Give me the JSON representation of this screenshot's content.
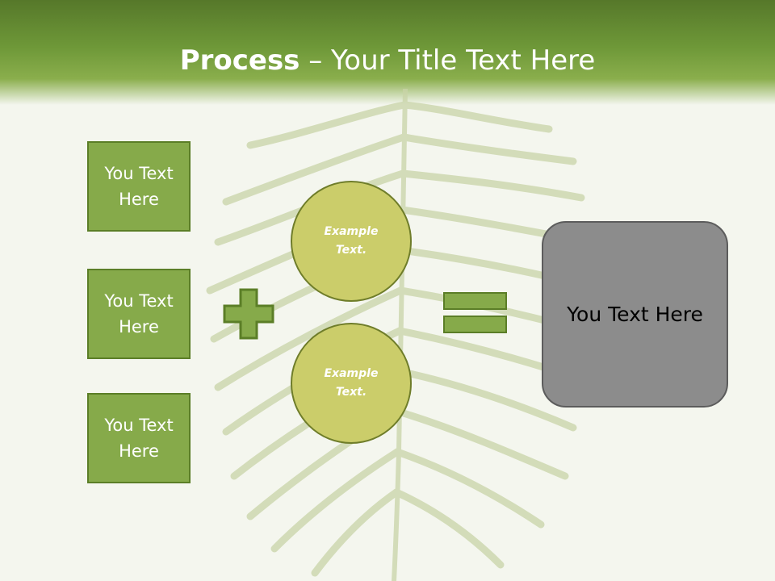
{
  "slide": {
    "title_bold": "Process",
    "title_rest": " – Your Title Text Here"
  },
  "inputs": [
    {
      "label": "You Text Here"
    },
    {
      "label": "You Text Here"
    },
    {
      "label": "You Text Here"
    }
  ],
  "circles": [
    {
      "label": "Example Text."
    },
    {
      "label": "Example Text."
    }
  ],
  "result": {
    "label": "You Text Here"
  },
  "colors": {
    "header_green": "#6e9838",
    "box_green": "#86aa4a",
    "box_border": "#5b7e27",
    "circle_fill": "#cbcd6a",
    "result_gray": "#8c8c8c"
  },
  "icons": [
    "plus-icon",
    "equals-icon"
  ]
}
